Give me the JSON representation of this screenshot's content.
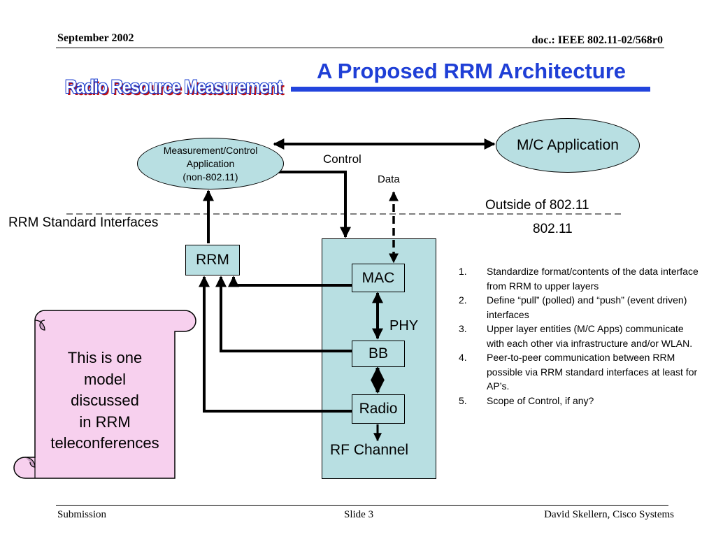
{
  "header": {
    "date": "September 2002",
    "doc_id": "doc.: IEEE 802.11-02/568r0"
  },
  "title": "A Proposed RRM Architecture",
  "logo_text": "Radio Resource Measurement",
  "diagram": {
    "mc_app_line1": "Measurement/Control",
    "mc_app_line2": "Application",
    "mc_app_line3": "(non-802.11)",
    "mc_application": "M/C Application",
    "control_label": "Control",
    "data_label": "Data",
    "outside_label": "Outside of 802.11",
    "inside_label": "802.11",
    "rrm_interfaces_label": "RRM Standard Interfaces",
    "rrm_box": "RRM",
    "mac_box": "MAC",
    "phy_label": "PHY",
    "bb_box": "BB",
    "radio_box": "Radio",
    "rf_channel": "RF Channel"
  },
  "scroll_note": {
    "line1": "This is one",
    "line2": "model",
    "line3": "discussed",
    "line4": "in RRM",
    "line5": "teleconferences"
  },
  "points": [
    {
      "num": "1.",
      "text": "Standardize format/contents of the data interface from RRM to upper layers"
    },
    {
      "num": "2.",
      "text": "Define “pull” (polled) and “push” (event driven) interfaces"
    },
    {
      "num": "3.",
      "text": "Upper layer entities (M/C Apps) communicate with each other via infrastructure and/or WLAN."
    },
    {
      "num": "4.",
      "text": "Peer-to-peer communication between RRM possible via RRM standard interfaces at least for AP’s."
    },
    {
      "num": "5.",
      "text": "Scope of Control, if any?"
    }
  ],
  "footer": {
    "left": "Submission",
    "middle": "Slide 3",
    "right": "David Skellern, Cisco Systems"
  },
  "colors": {
    "title": "#1f3fd6",
    "shape_fill": "#b8dfe2",
    "scroll_fill": "#f7d0ee"
  }
}
